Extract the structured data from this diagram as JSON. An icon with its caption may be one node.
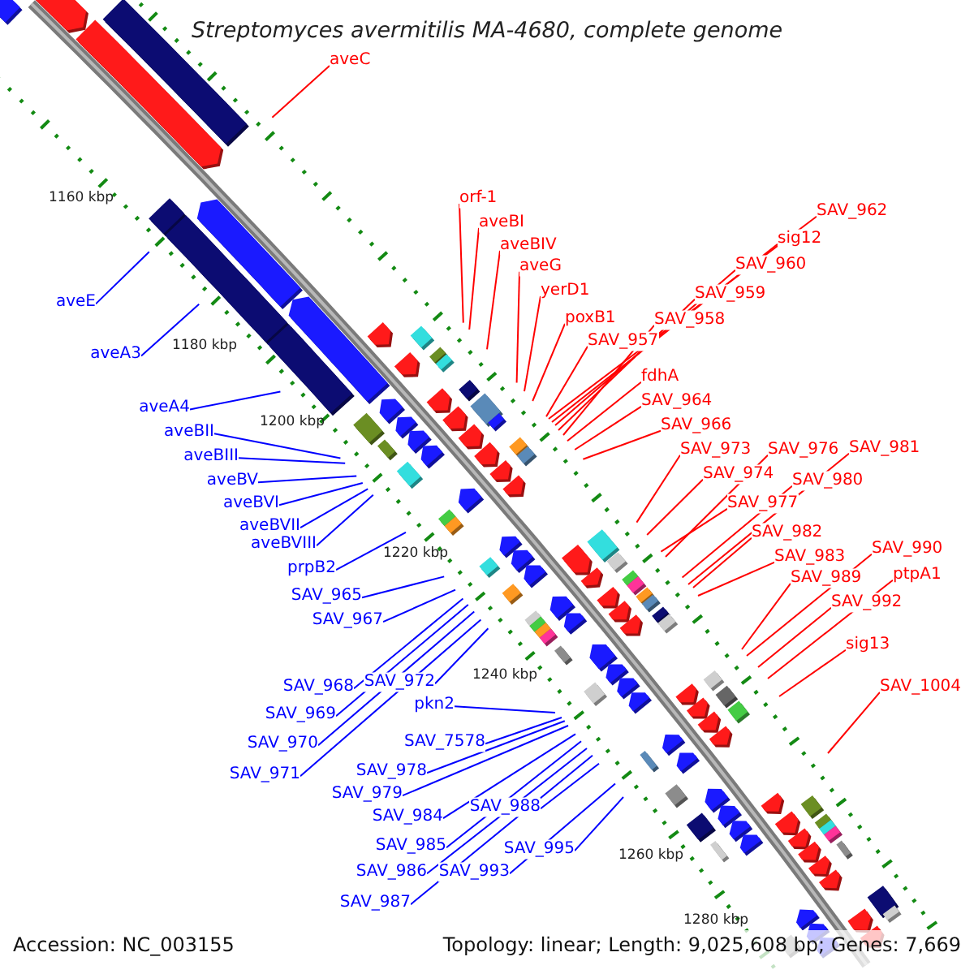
{
  "diagram": {
    "title": "Streptomyces avermitilis MA-4680, complete genome",
    "nodes": [
      {
        "text": [
          "aveC"
        ]
      },
      {
        "text": [
          "orf-1"
        ]
      },
      {
        "text": [
          "SAV_962"
        ]
      },
      {
        "text": [
          "aveBI"
        ]
      },
      {
        "text": [
          "sig12"
        ]
      },
      {
        "text": [
          "aveBIV"
        ]
      },
      {
        "text": [
          "SAV_960"
        ]
      },
      {
        "text": [
          "aveG"
        ]
      },
      {
        "text": [
          "yerD1"
        ]
      },
      {
        "text": [
          "SAV_959"
        ]
      },
      {
        "text": [
          "aveE"
        ]
      },
      {
        "text": [
          "poxB1"
        ]
      },
      {
        "text": [
          "SAV_958"
        ]
      },
      {
        "text": [
          "SAV_957"
        ]
      },
      {
        "text": [
          "aveA3"
        ]
      },
      {
        "text": [
          "fdhA"
        ]
      },
      {
        "text": [
          "SAV_964"
        ]
      },
      {
        "text": [
          "aveA4"
        ]
      },
      {
        "text": [
          "SAV_966"
        ]
      },
      {
        "text": [
          "aveBII"
        ]
      },
      {
        "text": [
          "SAV_973"
        ]
      },
      {
        "text": [
          "SAV_976"
        ]
      },
      {
        "text": [
          "SAV_981"
        ]
      },
      {
        "text": [
          "aveBIII"
        ]
      },
      {
        "text": [
          "SAV_974"
        ]
      },
      {
        "text": [
          "aveBV"
        ]
      },
      {
        "text": [
          "SAV_980"
        ]
      },
      {
        "text": [
          "SAV_977"
        ]
      },
      {
        "text": [
          "aveBVI"
        ]
      },
      {
        "text": [
          "aveBVII"
        ]
      },
      {
        "text": [
          "SAV_982"
        ]
      },
      {
        "text": [
          "aveBVIII"
        ]
      },
      {
        "text": [
          "SAV_990"
        ]
      },
      {
        "text": [
          "SAV_983"
        ]
      },
      {
        "text": [
          "prpB2"
        ]
      },
      {
        "text": [
          "ptpA1"
        ]
      },
      {
        "text": [
          "SAV_989"
        ]
      },
      {
        "text": [
          "SAV_965"
        ]
      },
      {
        "text": [
          "SAV_992"
        ]
      },
      {
        "text": [
          "SAV_967"
        ]
      },
      {
        "text": [
          "sig13"
        ]
      },
      {
        "text": [
          "SAV_972"
        ]
      },
      {
        "text": [
          "SAV_1004"
        ]
      },
      {
        "text": [
          "SAV_968"
        ]
      },
      {
        "text": [
          "pkn2"
        ]
      },
      {
        "text": [
          "SAV_969"
        ]
      },
      {
        "text": [
          "SAV_7578"
        ]
      },
      {
        "text": [
          "SAV_970"
        ]
      },
      {
        "text": [
          "SAV_978"
        ]
      },
      {
        "text": [
          "SAV_971"
        ]
      },
      {
        "text": [
          "SAV_979"
        ]
      },
      {
        "text": [
          "SAV_988"
        ]
      },
      {
        "text": [
          "SAV_984"
        ]
      },
      {
        "text": [
          "SAV_985"
        ]
      },
      {
        "text": [
          "SAV_995"
        ]
      },
      {
        "text": [
          "SAV_993"
        ]
      },
      {
        "text": [
          "SAV_986"
        ]
      },
      {
        "text": [
          "SAV_987"
        ]
      }
    ],
    "edges": [
      {
        "from": 0,
        "to": null,
        "arrow": "none"
      },
      {
        "from": 1,
        "to": null,
        "arrow": "none"
      },
      {
        "from": 2,
        "to": null,
        "arrow": "none"
      },
      {
        "from": 3,
        "to": null,
        "arrow": "none"
      },
      {
        "from": 4,
        "to": null,
        "arrow": "none"
      },
      {
        "from": 5,
        "to": null,
        "arrow": "none"
      },
      {
        "from": 6,
        "to": null,
        "arrow": "none"
      },
      {
        "from": 7,
        "to": null,
        "arrow": "none"
      },
      {
        "from": 8,
        "to": null,
        "arrow": "none"
      },
      {
        "from": 9,
        "to": null,
        "arrow": "none"
      },
      {
        "from": 10,
        "to": null,
        "arrow": "none",
        "color": "#0000ff"
      },
      {
        "from": 11,
        "to": null,
        "arrow": "none"
      },
      {
        "from": 12,
        "to": null,
        "arrow": "none"
      },
      {
        "from": 13,
        "to": null,
        "arrow": "none"
      },
      {
        "from": 14,
        "to": null,
        "arrow": "none",
        "color": "#0000ff"
      },
      {
        "from": 15,
        "to": null,
        "arrow": "none"
      },
      {
        "from": 16,
        "to": null,
        "arrow": "none"
      },
      {
        "from": 17,
        "to": null,
        "arrow": "none",
        "color": "#0000ff"
      },
      {
        "from": 18,
        "to": null,
        "arrow": "none"
      },
      {
        "from": 19,
        "to": null,
        "arrow": "none",
        "color": "#0000ff"
      },
      {
        "from": 20,
        "to": null,
        "arrow": "none"
      },
      {
        "from": 21,
        "to": null,
        "arrow": "none"
      },
      {
        "from": 22,
        "to": null,
        "arrow": "none"
      },
      {
        "from": 23,
        "to": null,
        "arrow": "none",
        "color": "#0000ff"
      },
      {
        "from": 24,
        "to": null,
        "arrow": "none"
      },
      {
        "from": 25,
        "to": null,
        "arrow": "none",
        "color": "#0000ff"
      },
      {
        "from": 26,
        "to": null,
        "arrow": "none"
      },
      {
        "from": 27,
        "to": null,
        "arrow": "none"
      },
      {
        "from": 28,
        "to": null,
        "arrow": "none",
        "color": "#0000ff"
      },
      {
        "from": 29,
        "to": null,
        "arrow": "none",
        "color": "#0000ff"
      },
      {
        "from": 30,
        "to": null,
        "arrow": "none"
      },
      {
        "from": 31,
        "to": null,
        "arrow": "none",
        "color": "#0000ff"
      },
      {
        "from": 32,
        "to": null,
        "arrow": "none"
      },
      {
        "from": 33,
        "to": null,
        "arrow": "none"
      },
      {
        "from": 34,
        "to": null,
        "arrow": "none",
        "color": "#0000ff"
      },
      {
        "from": 35,
        "to": null,
        "arrow": "none"
      },
      {
        "from": 36,
        "to": null,
        "arrow": "none"
      },
      {
        "from": 37,
        "to": null,
        "arrow": "none",
        "color": "#0000ff"
      },
      {
        "from": 38,
        "to": null,
        "arrow": "none"
      },
      {
        "from": 39,
        "to": null,
        "arrow": "none",
        "color": "#0000ff"
      },
      {
        "from": 40,
        "to": null,
        "arrow": "none"
      },
      {
        "from": 41,
        "to": null,
        "arrow": "none",
        "color": "#0000ff"
      },
      {
        "from": 42,
        "to": null,
        "arrow": "none"
      },
      {
        "from": 43,
        "to": null,
        "arrow": "none",
        "color": "#0000ff"
      },
      {
        "from": 44,
        "to": null,
        "arrow": "none",
        "color": "#0000ff"
      },
      {
        "from": 45,
        "to": null,
        "arrow": "none",
        "color": "#0000ff"
      },
      {
        "from": 46,
        "to": null,
        "arrow": "none",
        "color": "#0000ff"
      },
      {
        "from": 47,
        "to": null,
        "arrow": "none",
        "color": "#0000ff"
      },
      {
        "from": 48,
        "to": null,
        "arrow": "none",
        "color": "#0000ff"
      },
      {
        "from": 49,
        "to": null,
        "arrow": "none",
        "color": "#0000ff"
      },
      {
        "from": 50,
        "to": null,
        "arrow": "none",
        "color": "#0000ff"
      },
      {
        "from": 51,
        "to": null,
        "arrow": "none",
        "color": "#0000ff"
      },
      {
        "from": 52,
        "to": null,
        "arrow": "none",
        "color": "#0000ff"
      },
      {
        "from": 53,
        "to": null,
        "arrow": "none",
        "color": "#0000ff"
      },
      {
        "from": 54,
        "to": null,
        "arrow": "none",
        "color": "#0000ff"
      },
      {
        "from": 55,
        "to": null,
        "arrow": "none",
        "color": "#0000ff"
      },
      {
        "from": 56,
        "to": null,
        "arrow": "none",
        "color": "#0000ff"
      },
      {
        "from": 57,
        "to": null,
        "arrow": "none",
        "color": "#0000ff"
      }
    ],
    "labels": [
      "1160 kbp",
      "1180 kbp",
      "1200 kbp",
      "1220 kbp",
      "1240 kbp",
      "1260 kbp",
      "1280 kbp",
      "Accession: NC_003155",
      "Topology: linear; Length: 9,025,608 bp; Genes: 7,669"
    ]
  }
}
